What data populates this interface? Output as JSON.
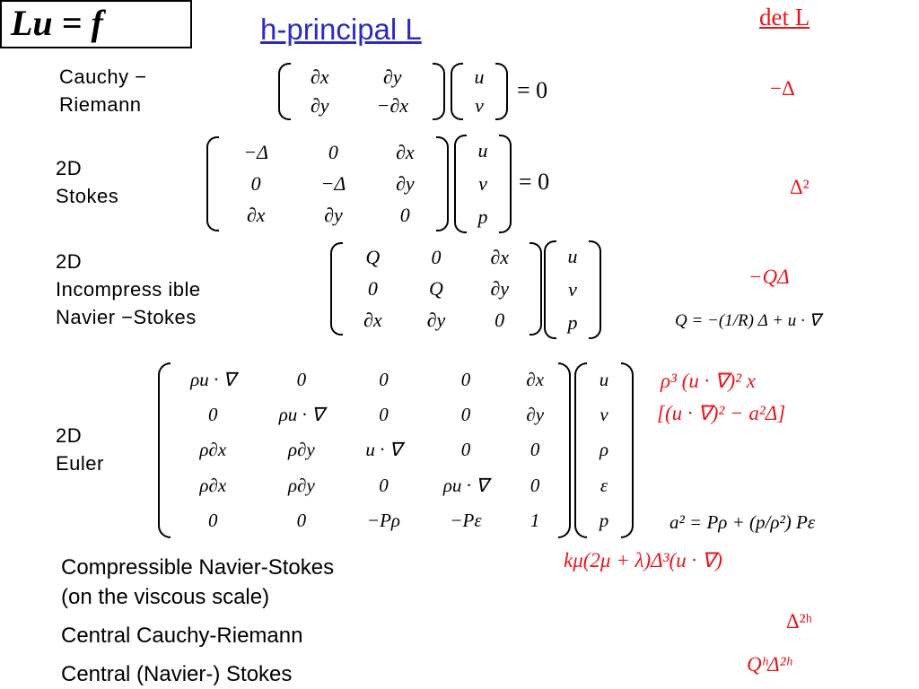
{
  "header": {
    "box_eq": "Lu = f",
    "title": "h-principal L",
    "det_heading": "det L"
  },
  "cauchy": {
    "label": [
      "Cauchy −",
      "Riemann"
    ],
    "matrix": [
      [
        "∂x",
        "∂y"
      ],
      [
        "∂y",
        "−∂x"
      ]
    ],
    "vector": [
      "u",
      "v"
    ],
    "rhs": "= 0",
    "det": "−Δ"
  },
  "stokes": {
    "label": [
      "2D",
      "Stokes"
    ],
    "matrix": [
      [
        "−Δ",
        "0",
        "∂x"
      ],
      [
        "0",
        "−Δ",
        "∂y"
      ],
      [
        "∂x",
        "∂y",
        "0"
      ]
    ],
    "vector": [
      "u",
      "v",
      "p"
    ],
    "rhs": "= 0",
    "det": "Δ²"
  },
  "ins": {
    "label": [
      "2D",
      "Incompress ible",
      "Navier −Stokes"
    ],
    "matrix": [
      [
        "Q",
        "0",
        "∂x"
      ],
      [
        "0",
        "Q",
        "∂y"
      ],
      [
        "∂x",
        "∂y",
        "0"
      ]
    ],
    "vector": [
      "u",
      "v",
      "p"
    ],
    "det": "−QΔ",
    "note": "Q = −(1/R) Δ + u · ∇"
  },
  "euler": {
    "label": [
      "2D",
      "Euler"
    ],
    "matrix": [
      [
        "ρu · ∇",
        "0",
        "0",
        "0",
        "∂x"
      ],
      [
        "0",
        "ρu · ∇",
        "0",
        "0",
        "∂y"
      ],
      [
        "ρ∂x",
        "ρ∂y",
        "u · ∇",
        "0",
        "0"
      ],
      [
        "ρ∂x",
        "ρ∂y",
        "0",
        "ρu · ∇",
        "0"
      ],
      [
        "0",
        "0",
        "−Pρ",
        "−Pε",
        "1"
      ]
    ],
    "vector": [
      "u",
      "v",
      "ρ",
      "ε",
      "p"
    ],
    "det_line1": "ρ³ (u · ∇)² x",
    "det_line2": "[(u · ∇)² − a²Δ]",
    "note": "a² = Pρ + (p/ρ²) Pε"
  },
  "others": [
    {
      "label": "Compressible Navier-Stokes",
      "label2": "(on the viscous scale)",
      "det": "kμ(2μ + λ)Δ³(u · ∇)"
    },
    {
      "label": "Central Cauchy-Riemann",
      "det": "Δ²ʰ"
    },
    {
      "label": "Central (Navier-) Stokes",
      "det": "QʰΔ²ʰ"
    }
  ]
}
